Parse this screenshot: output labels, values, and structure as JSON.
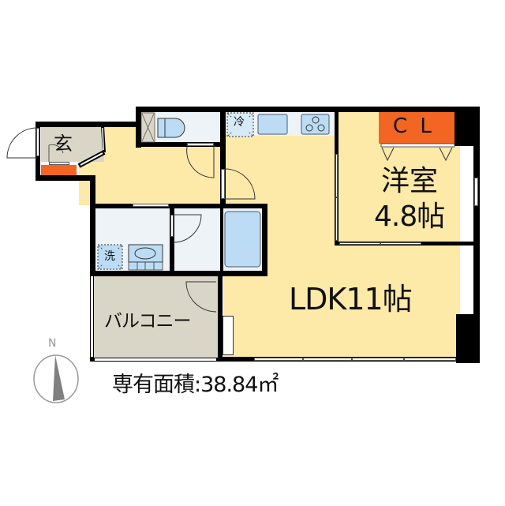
{
  "floorplan": {
    "rooms": {
      "entrance": {
        "label": "玄"
      },
      "western_room": {
        "label": "洋室",
        "size": "4.8帖"
      },
      "closet": {
        "label": "C L"
      },
      "ldk": {
        "label": "LDK11帖"
      },
      "balcony": {
        "label": "バルコニー"
      },
      "fridge": {
        "label": "冷"
      },
      "washer": {
        "label": "洗"
      }
    },
    "area": {
      "label": "専有面積:38.84㎡"
    },
    "compass": {
      "label": "N"
    },
    "colors": {
      "floor": "#fde9a8",
      "storage": "#f26522",
      "wet_area": "#eef3f7",
      "fixtures": "#bcdcf5",
      "balcony": "#d9d6c8",
      "walls": "#000000"
    }
  }
}
